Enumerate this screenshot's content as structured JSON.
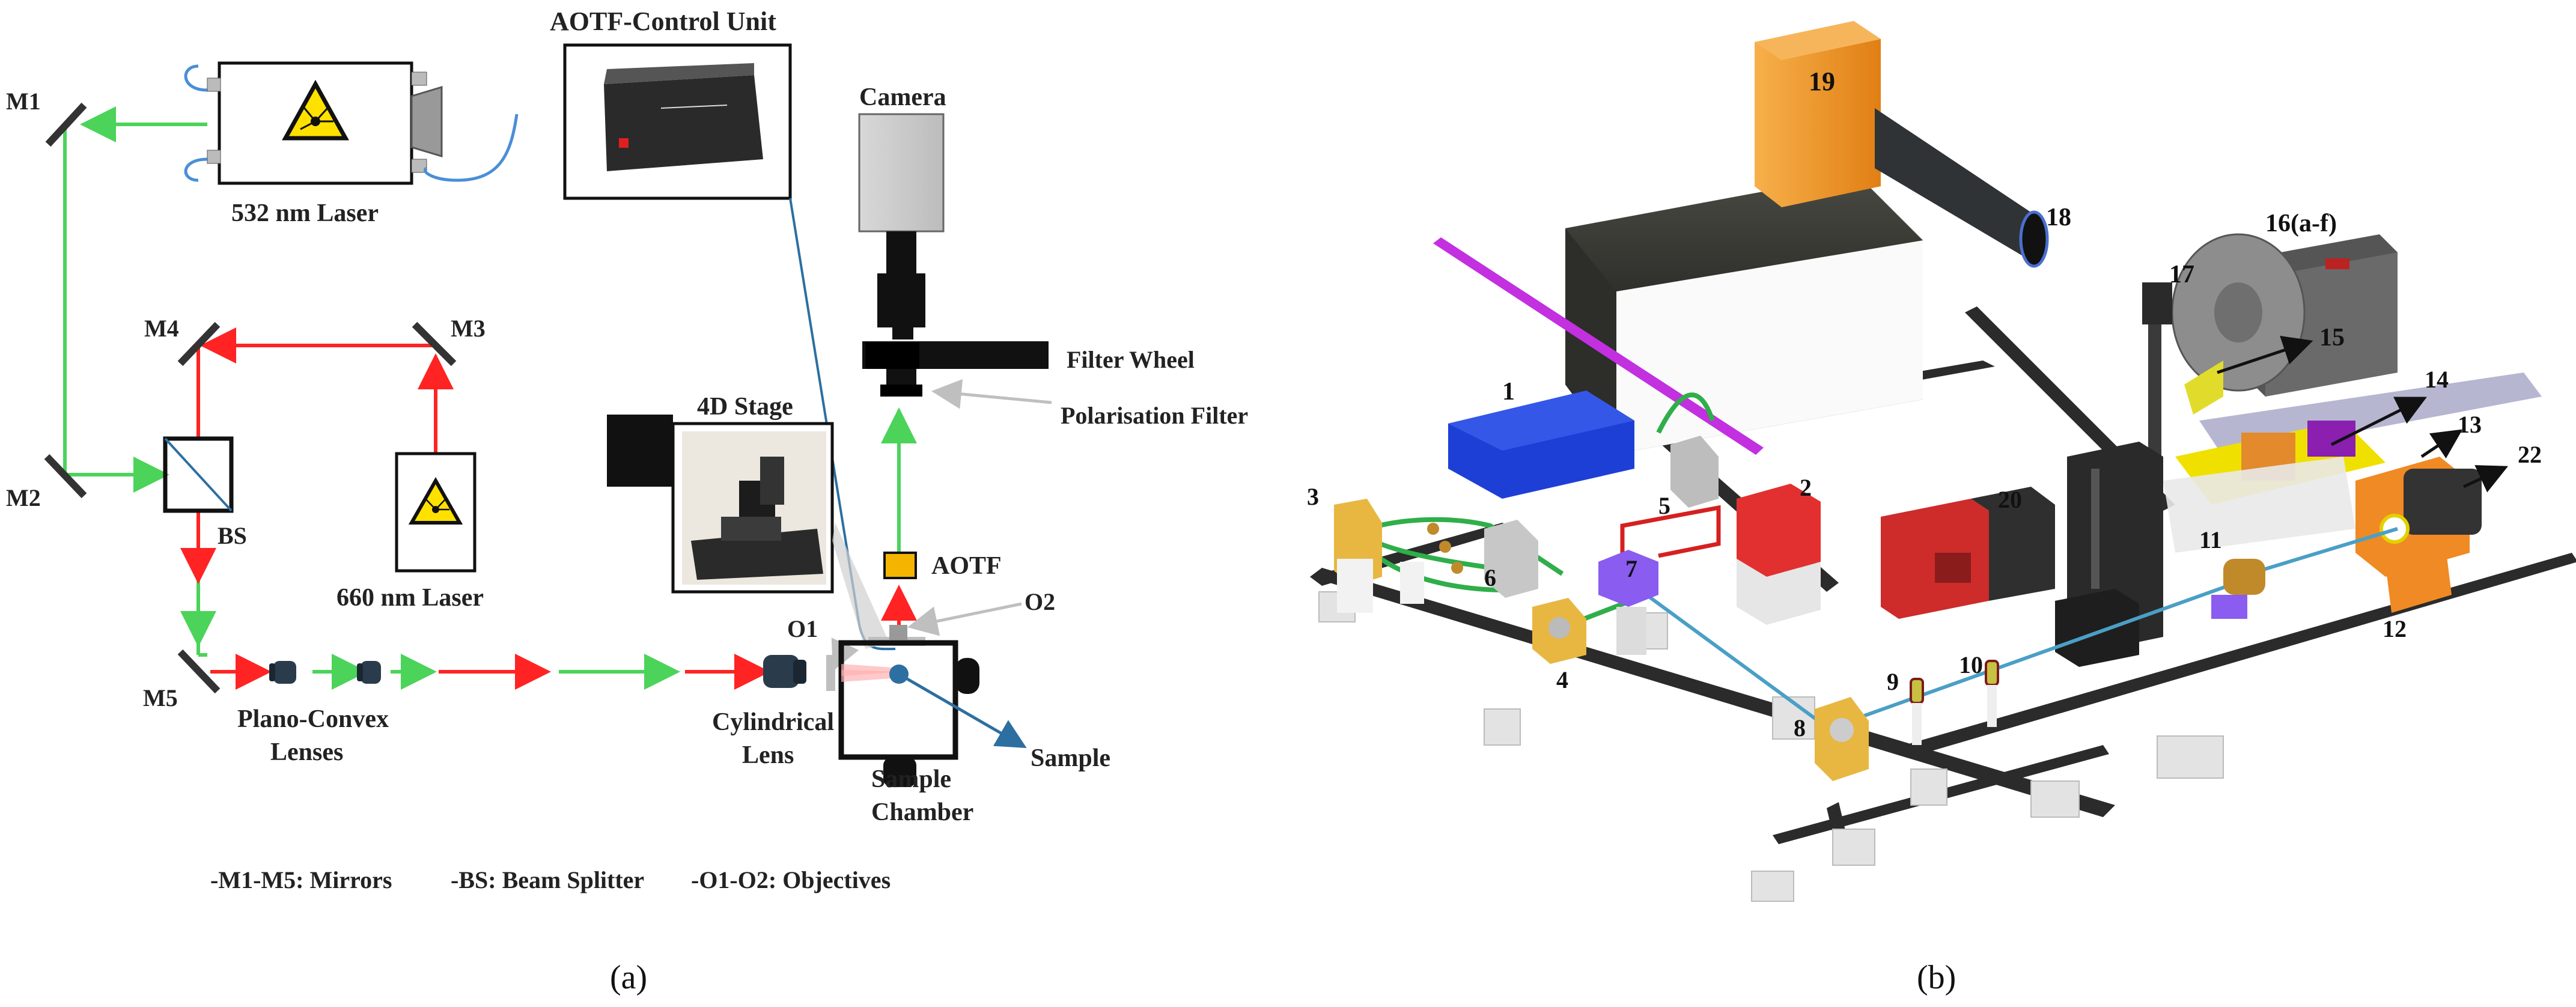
{
  "panel_a": {
    "caption": "(a)",
    "labels": {
      "m1": "M1",
      "m2": "M2",
      "m3": "M3",
      "m4": "M4",
      "m5": "M5",
      "laser532": "532 nm Laser",
      "laser660": "660 nm Laser",
      "bs": "BS",
      "aotf_unit": "AOTF-Control Unit",
      "camera": "Camera",
      "filter_wheel": "Filter Wheel",
      "polarisation_filter": "Polarisation Filter",
      "stage": "4D Stage",
      "aotf": "AOTF",
      "o1": "O1",
      "o2": "O2",
      "plano_convex_1": "Plano-Convex",
      "plano_convex_2": "Lenses",
      "cylindrical_1": "Cylindrical",
      "cylindrical_2": "Lens",
      "chamber_1": "Sample",
      "chamber_2": "Chamber",
      "sample": "Sample"
    },
    "legend": {
      "mirrors": "-M1-M5: Mirrors",
      "bs": "-BS: Beam Splitter",
      "objectives": "-O1-O2: Objectives"
    },
    "colors": {
      "green_beam": "#4cd35a",
      "red_beam": "#ff2323",
      "blue_line": "#2d6fa0",
      "gray_line": "#bfbfbf"
    }
  },
  "panel_b": {
    "caption": "(b)",
    "numbers": {
      "n1": "1",
      "n2": "2",
      "n3": "3",
      "n4": "4",
      "n5": "5",
      "n6": "6",
      "n7": "7",
      "n8": "8",
      "n9": "9",
      "n10": "10",
      "n11": "11",
      "n12": "12",
      "n13": "13",
      "n14": "14",
      "n15": "15",
      "n16": "16(a-f)",
      "n17": "17",
      "n18": "18",
      "n19": "19",
      "n20": "20",
      "n22": "22"
    },
    "colors": {
      "orange": "#f39a2c",
      "blue_box": "#1e3fd6",
      "red_box": "#e23030",
      "purple": "#8a5cf0",
      "gold": "#e7b742",
      "rail": "#2b2b2b",
      "magenta": "#c230e0"
    }
  }
}
